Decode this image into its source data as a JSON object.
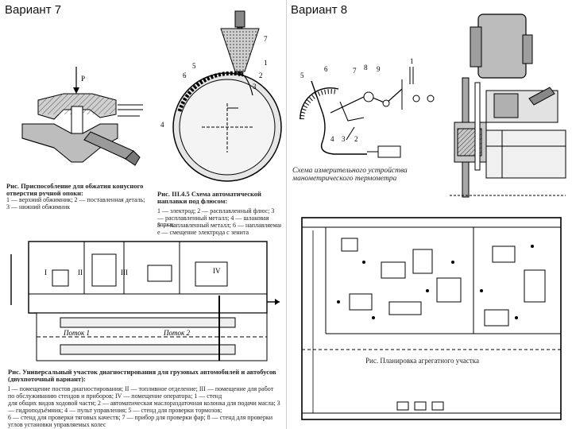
{
  "headings": {
    "left": "Вариант 7",
    "right": "Вариант 8"
  },
  "fig_a": {
    "caption_title": "Рис. Приспособление для обжатия конусного отверстия ручной опоки:",
    "caption_legend": "1 — верхний обжимник; 2 — поставленная деталь; 3 — нижний обжимник",
    "label_p": "P"
  },
  "fig_b": {
    "caption_title": "Рис. III.4.5 Схема автоматической наплавки под флюсом:",
    "caption_legend_1": "1 — электрод; 2 — расплавленный флюс; 3 — расплавленный металл; 4 — шлаковая корка;",
    "caption_legend_2": "5 — наплавленный металл; 6 — наплавляемая деталь; 7 — флюс;",
    "caption_legend_3": "е — смещение электрода с зенита",
    "labels": [
      "1",
      "2",
      "3",
      "4",
      "5",
      "6",
      "7"
    ]
  },
  "fig_c": {
    "caption": "Схема измерительного устройства манометрического термометра",
    "labels": [
      "1",
      "2",
      "3",
      "4",
      "5",
      "6",
      "7",
      "8",
      "9"
    ]
  },
  "fig_e": {
    "labels": [
      "I",
      "II",
      "III",
      "IV"
    ],
    "lane_1": "Поток 1",
    "lane_2": "Поток 2",
    "caption_title": "Рис. Универсальный участок диагностирования для грузовых автомобилей и автобусов (двухпоточный вариант):",
    "caption_line_1": "I — помещение постов диагностирования; II — топливное отделение; III — помещение для работ по обслуживанию стендов и приборов; IV — помещение оператора; 1 — стенд",
    "caption_line_2": "для общих видов ходовой части; 2 — автоматическая маслораздаточная колонка для подачи масла; 3 — гидроподъёмник; 4 — пульт управления; 5 — стенд для проверки тормозов;",
    "caption_line_3": "6 — стенд для проверки тяговых качеств; 7 — прибор для проверки фар; 8 — стенд для проверки углов установки управляемых колес"
  },
  "fig_f": {
    "caption": "Рис. Планировка агрегатного участка"
  }
}
